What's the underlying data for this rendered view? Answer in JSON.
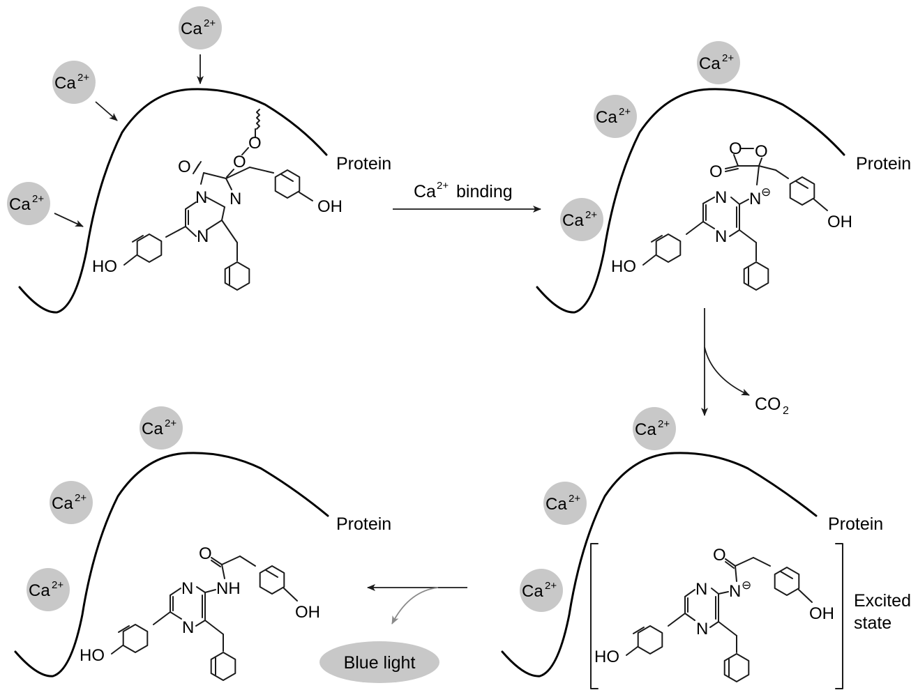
{
  "labels": {
    "protein": "Protein",
    "ca_binding": "binding",
    "co2": "CO",
    "co2_sub": "2",
    "excited_line1": "Excited",
    "excited_line2": "state",
    "blue_light": "Blue light",
    "ca": "Ca",
    "charge": "2+",
    "minus": "⊖"
  },
  "atoms": {
    "O": "O",
    "N": "N",
    "OH": "OH",
    "HO": "HO",
    "NH": "NH"
  },
  "colors": {
    "ion_fill": "#c8c8c8",
    "ellipse_fill": "#c8c8c8",
    "gray_arrow": "#8a8a8a",
    "ink": "#000000"
  }
}
